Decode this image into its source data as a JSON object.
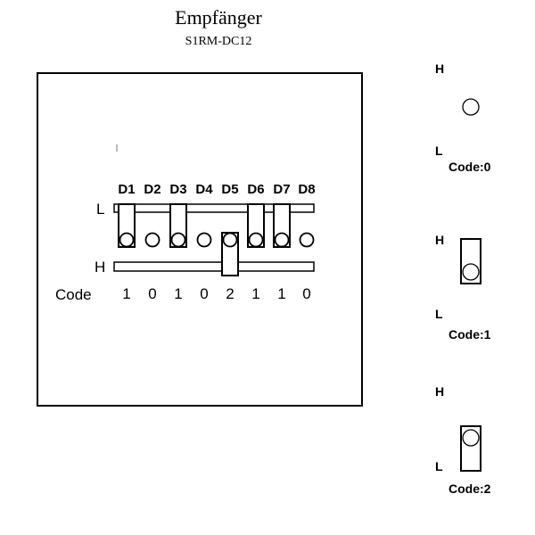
{
  "title": "Empfänger",
  "subtitle": "S1RM-DC12",
  "diagram": {
    "row_low_label": "L",
    "row_high_label": "H",
    "code_label": "Code",
    "switches": [
      {
        "label": "D1",
        "code": "1"
      },
      {
        "label": "D2",
        "code": "0"
      },
      {
        "label": "D3",
        "code": "1"
      },
      {
        "label": "D4",
        "code": "0"
      },
      {
        "label": "D5",
        "code": "2"
      },
      {
        "label": "D6",
        "code": "1"
      },
      {
        "label": "D7",
        "code": "1"
      },
      {
        "label": "D8",
        "code": "0"
      }
    ]
  },
  "legend": [
    {
      "high": "H",
      "low": "L",
      "code": "Code:0"
    },
    {
      "high": "H",
      "low": "L",
      "code": "Code:1"
    },
    {
      "high": "H",
      "low": "L",
      "code": "Code:2"
    }
  ]
}
